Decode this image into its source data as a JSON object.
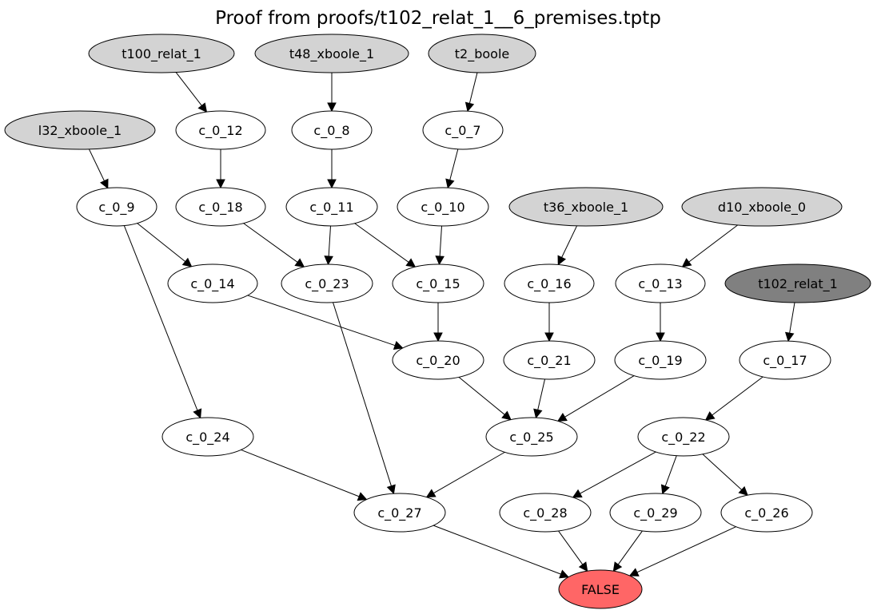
{
  "title": "Proof from proofs/t102_relat_1__6_premises.tptp",
  "colors": {
    "premise": "#d3d3d3",
    "conjecture": "#808080",
    "derived": "#ffffff",
    "false": "#ff6666"
  },
  "nodes": [
    {
      "id": "t100_relat_1",
      "label": "t100_relat_1",
      "kind": "premise"
    },
    {
      "id": "t48_xboole_1",
      "label": "t48_xboole_1",
      "kind": "premise"
    },
    {
      "id": "t2_boole",
      "label": "t2_boole",
      "kind": "premise"
    },
    {
      "id": "l32_xboole_1",
      "label": "l32_xboole_1",
      "kind": "premise"
    },
    {
      "id": "c_0_12",
      "label": "c_0_12",
      "kind": "derived"
    },
    {
      "id": "c_0_8",
      "label": "c_0_8",
      "kind": "derived"
    },
    {
      "id": "c_0_7",
      "label": "c_0_7",
      "kind": "derived"
    },
    {
      "id": "c_0_9",
      "label": "c_0_9",
      "kind": "derived"
    },
    {
      "id": "c_0_18",
      "label": "c_0_18",
      "kind": "derived"
    },
    {
      "id": "c_0_11",
      "label": "c_0_11",
      "kind": "derived"
    },
    {
      "id": "c_0_10",
      "label": "c_0_10",
      "kind": "derived"
    },
    {
      "id": "t36_xboole_1",
      "label": "t36_xboole_1",
      "kind": "premise"
    },
    {
      "id": "d10_xboole_0",
      "label": "d10_xboole_0",
      "kind": "premise"
    },
    {
      "id": "c_0_14",
      "label": "c_0_14",
      "kind": "derived"
    },
    {
      "id": "c_0_23",
      "label": "c_0_23",
      "kind": "derived"
    },
    {
      "id": "c_0_15",
      "label": "c_0_15",
      "kind": "derived"
    },
    {
      "id": "c_0_16",
      "label": "c_0_16",
      "kind": "derived"
    },
    {
      "id": "c_0_13",
      "label": "c_0_13",
      "kind": "derived"
    },
    {
      "id": "t102_relat_1",
      "label": "t102_relat_1",
      "kind": "conjecture"
    },
    {
      "id": "c_0_20",
      "label": "c_0_20",
      "kind": "derived"
    },
    {
      "id": "c_0_21",
      "label": "c_0_21",
      "kind": "derived"
    },
    {
      "id": "c_0_19",
      "label": "c_0_19",
      "kind": "derived"
    },
    {
      "id": "c_0_17",
      "label": "c_0_17",
      "kind": "derived"
    },
    {
      "id": "c_0_24",
      "label": "c_0_24",
      "kind": "derived"
    },
    {
      "id": "c_0_25",
      "label": "c_0_25",
      "kind": "derived"
    },
    {
      "id": "c_0_22",
      "label": "c_0_22",
      "kind": "derived"
    },
    {
      "id": "c_0_27",
      "label": "c_0_27",
      "kind": "derived"
    },
    {
      "id": "c_0_28",
      "label": "c_0_28",
      "kind": "derived"
    },
    {
      "id": "c_0_29",
      "label": "c_0_29",
      "kind": "derived"
    },
    {
      "id": "c_0_26",
      "label": "c_0_26",
      "kind": "derived"
    },
    {
      "id": "FALSE",
      "label": "FALSE",
      "kind": "false"
    }
  ],
  "edges": [
    [
      "t100_relat_1",
      "c_0_12"
    ],
    [
      "t48_xboole_1",
      "c_0_8"
    ],
    [
      "t2_boole",
      "c_0_7"
    ],
    [
      "l32_xboole_1",
      "c_0_9"
    ],
    [
      "c_0_12",
      "c_0_18"
    ],
    [
      "c_0_8",
      "c_0_11"
    ],
    [
      "c_0_7",
      "c_0_10"
    ],
    [
      "c_0_9",
      "c_0_14"
    ],
    [
      "c_0_9",
      "c_0_24"
    ],
    [
      "c_0_18",
      "c_0_23"
    ],
    [
      "c_0_11",
      "c_0_23"
    ],
    [
      "c_0_11",
      "c_0_15"
    ],
    [
      "c_0_10",
      "c_0_15"
    ],
    [
      "t36_xboole_1",
      "c_0_16"
    ],
    [
      "d10_xboole_0",
      "c_0_13"
    ],
    [
      "t102_relat_1",
      "c_0_17"
    ],
    [
      "c_0_14",
      "c_0_20"
    ],
    [
      "c_0_15",
      "c_0_20"
    ],
    [
      "c_0_16",
      "c_0_21"
    ],
    [
      "c_0_13",
      "c_0_19"
    ],
    [
      "c_0_20",
      "c_0_25"
    ],
    [
      "c_0_21",
      "c_0_25"
    ],
    [
      "c_0_19",
      "c_0_25"
    ],
    [
      "c_0_17",
      "c_0_22"
    ],
    [
      "c_0_24",
      "c_0_27"
    ],
    [
      "c_0_23",
      "c_0_27"
    ],
    [
      "c_0_25",
      "c_0_27"
    ],
    [
      "c_0_22",
      "c_0_28"
    ],
    [
      "c_0_22",
      "c_0_29"
    ],
    [
      "c_0_22",
      "c_0_26"
    ],
    [
      "c_0_27",
      "FALSE"
    ],
    [
      "c_0_28",
      "FALSE"
    ],
    [
      "c_0_29",
      "FALSE"
    ],
    [
      "c_0_26",
      "FALSE"
    ]
  ]
}
